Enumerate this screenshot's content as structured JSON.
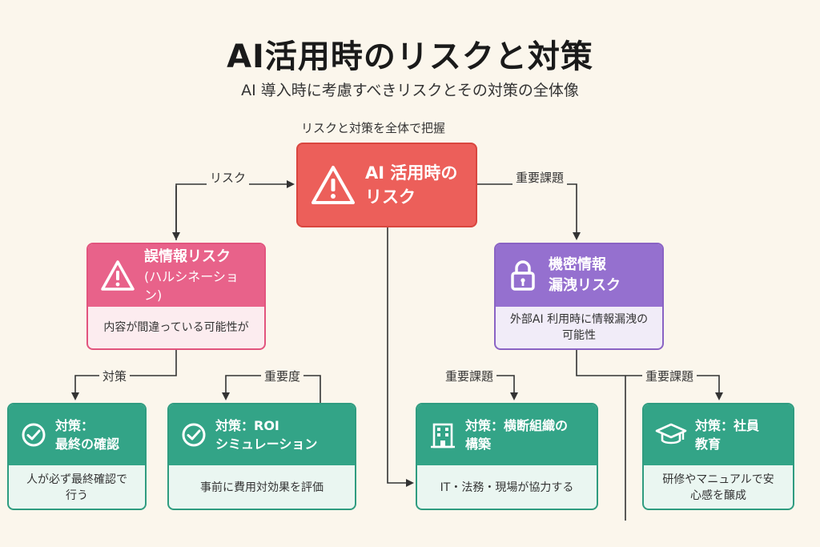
{
  "title": "AI活用時のリスクと対策",
  "subtitle": "AI 導入時に考慮すべきリスクとその対策の全体像",
  "top_label": "リスクと対策を全体で把握",
  "labels": {
    "risk": "リスク",
    "important_right": "重要課題",
    "measure": "対策",
    "important_pink": "重要度",
    "important_g3": "重要課題",
    "important_g4": "重要課題"
  },
  "center": {
    "icon": "warning-icon",
    "title_line1": "AI 活用時の",
    "title_line2": "リスク"
  },
  "risk_misinfo": {
    "icon": "warning-icon",
    "title_line1": "誤情報リスク",
    "title_line2": "(ハルシネーション)",
    "desc": "内容が間違っている可能性が"
  },
  "risk_leak": {
    "icon": "lock-icon",
    "title_line1": "機密情報",
    "title_line2": "漏洩リスク",
    "desc_line1": "外部AI 利用時に情報漏洩の",
    "desc_line2": "可能性"
  },
  "measure_1": {
    "icon": "check-circle-icon",
    "title_line1": "対策：",
    "title_line2": "最終の確認",
    "desc_line1": "人が必ず最終確認で",
    "desc_line2": "行う"
  },
  "measure_2": {
    "icon": "check-circle-icon",
    "title_line1": "対策：ROI",
    "title_line2": "シミュレーション",
    "desc": "事前に費用対効果を評価"
  },
  "measure_3": {
    "icon": "building-icon",
    "title_line1": "対策：横断組織の",
    "title_line2": "構築",
    "desc": "IT・法務・現場が協力する"
  },
  "measure_4": {
    "icon": "graduation-cap-icon",
    "title_line1": "対策：社員",
    "title_line2": "教育",
    "desc_line1": "研修やマニュアルで安",
    "desc_line2": "心感を醸成"
  },
  "colors": {
    "background": "#fbf6ec",
    "center_red": "#ec5f5a",
    "pink": "#e8628a",
    "purple": "#9570cf",
    "green": "#33a487"
  }
}
